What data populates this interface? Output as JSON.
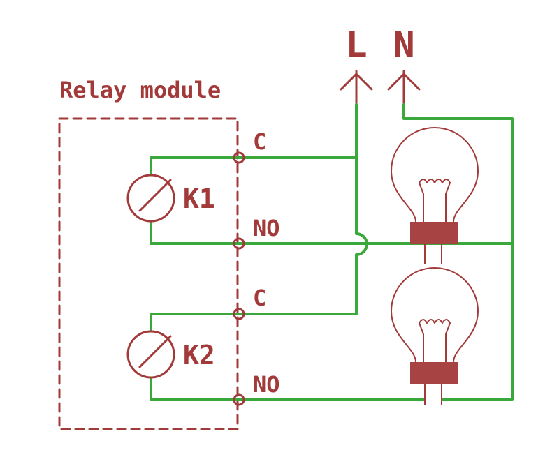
{
  "title": "Relay module",
  "supply": {
    "line": "L",
    "neutral": "N"
  },
  "relays": [
    {
      "name": "K1",
      "common": "C",
      "normally_open": "NO"
    },
    {
      "name": "K2",
      "common": "C",
      "normally_open": "NO"
    }
  ],
  "colors": {
    "wire": "#3aa83a",
    "symbol": "#a23a3a",
    "lamp_base": "#a84343",
    "background": "#ffffff"
  }
}
